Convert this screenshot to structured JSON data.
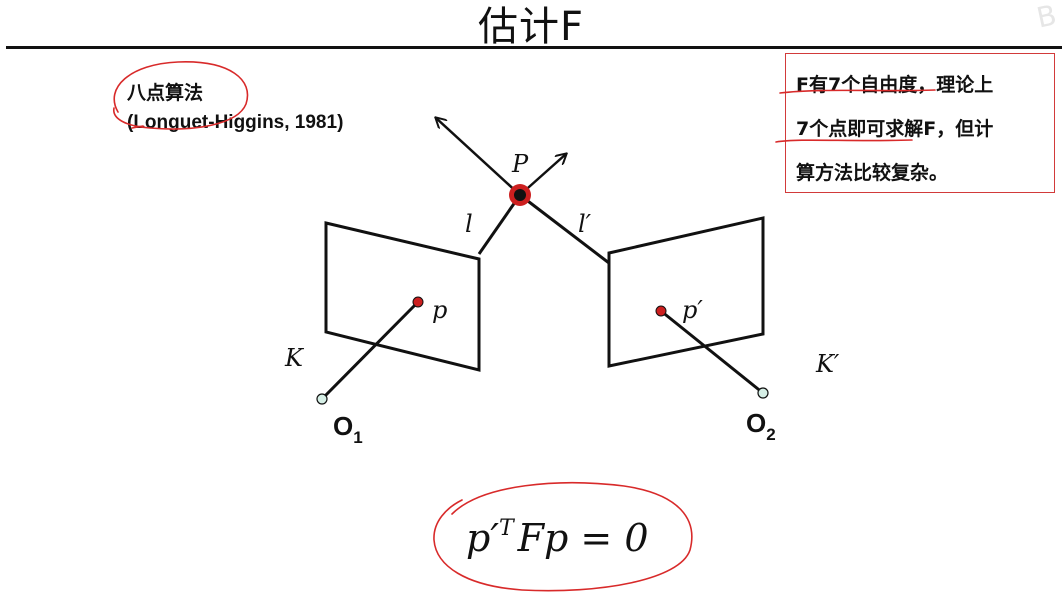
{
  "slide": {
    "title": "估计F",
    "corner_mark": "B"
  },
  "method": {
    "name": "八点算法",
    "citation": "(Longuet-Higgins, 1981)"
  },
  "note": {
    "lines": [
      "F有7个自由度，理论上",
      "7个点即可求解F，但计",
      "算方法比较复杂。"
    ]
  },
  "diagram": {
    "point_label": "P",
    "left_line_label": "l",
    "right_line_label": "l′",
    "left_image_point_label": "p",
    "right_image_point_label": "p′",
    "left_camera_matrix_label": "K",
    "right_camera_matrix_label": "K′",
    "left_center_label": "O",
    "left_center_subscript": "1",
    "right_center_label": "O",
    "right_center_subscript": "2",
    "equation_lhs": "p′",
    "equation_sup": "T",
    "equation_rhs": "Fp = 0"
  },
  "colors": {
    "annotation_ink": "#d82a2a",
    "point_fill": "#cc1f1f",
    "camera_center_fill": "#d6efe6"
  }
}
